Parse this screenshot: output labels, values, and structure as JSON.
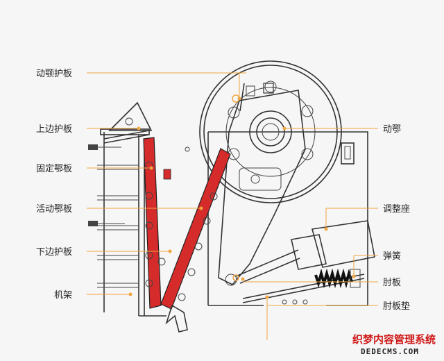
{
  "labels": {
    "moving_jaw_guard": "动颚护板",
    "upper_side_guard": "上边护板",
    "fixed_jaw_plate": "固定鄂板",
    "moving_jaw_plate": "活动鄂板",
    "lower_side_guard": "下边护板",
    "frame": "机架",
    "moving_jaw": "动鄂",
    "adjusting_seat": "调整座",
    "spring": "弹簧",
    "toggle_plate": "肘板",
    "toggle_pad": "肘板垫"
  },
  "watermark": {
    "line1": "织梦内容管理系统",
    "line2": "DEDECMS.COM"
  },
  "colors": {
    "jaw_plate": "#d52b2b",
    "leader": "#f0a640",
    "line": "#333333",
    "watermark": "#d01818"
  }
}
